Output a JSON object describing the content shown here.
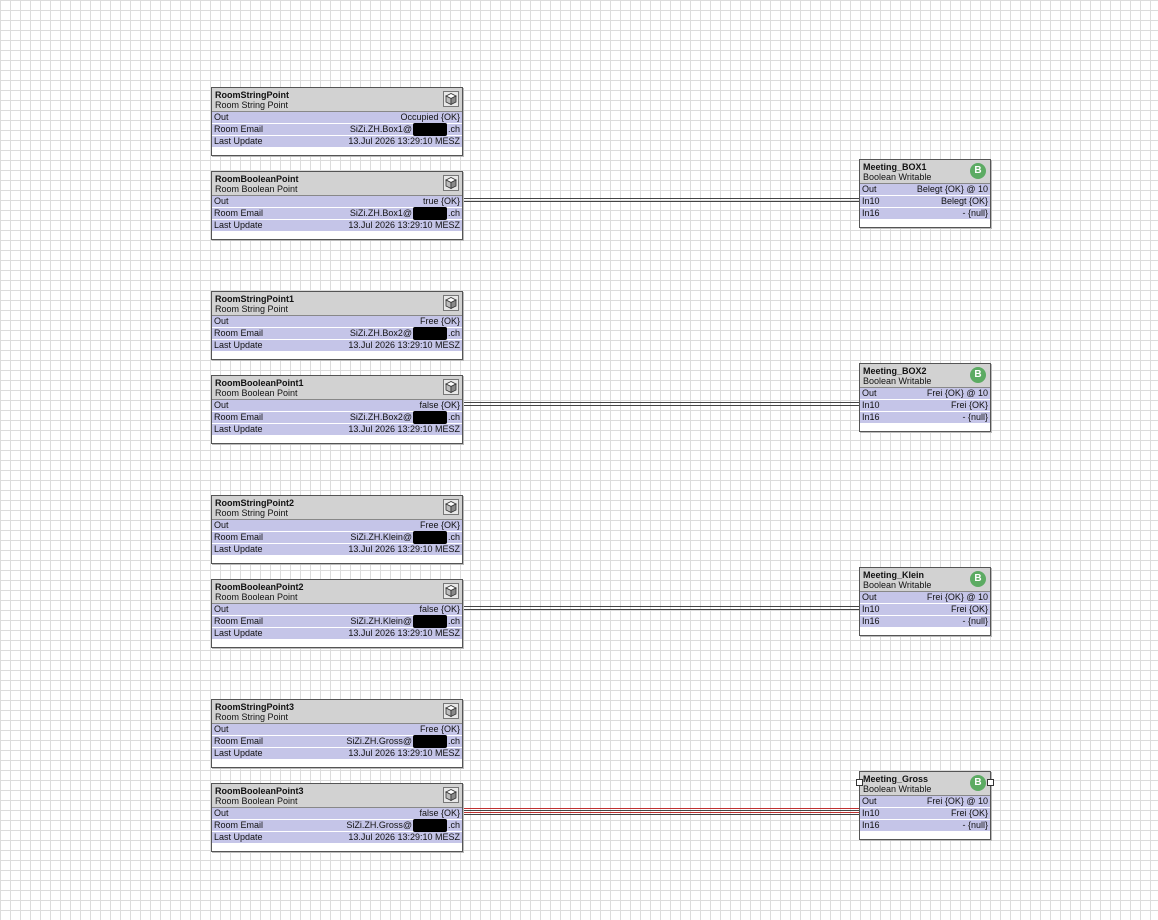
{
  "room_blocks": [
    {
      "name": "RoomStringPoint",
      "type": "Room String Point",
      "out": "Occupied {OK}",
      "email_prefix": "SiZi.ZH.Box1@",
      "email_suffix": ".ch",
      "last_update": "13.Jul 2026 13:29:10 MESZ"
    },
    {
      "name": "RoomBooleanPoint",
      "type": "Room Boolean Point",
      "out": "true {OK}",
      "email_prefix": "SiZi.ZH.Box1@",
      "email_suffix": ".ch",
      "last_update": "13.Jul 2026 13:29:10 MESZ"
    },
    {
      "name": "RoomStringPoint1",
      "type": "Room String Point",
      "out": "Free {OK}",
      "email_prefix": "SiZi.ZH.Box2@",
      "email_suffix": ".ch",
      "last_update": "13.Jul 2026 13:29:10 MESZ"
    },
    {
      "name": "RoomBooleanPoint1",
      "type": "Room Boolean Point",
      "out": "false {OK}",
      "email_prefix": "SiZi.ZH.Box2@",
      "email_suffix": ".ch",
      "last_update": "13.Jul 2026 13:29:10 MESZ"
    },
    {
      "name": "RoomStringPoint2",
      "type": "Room String Point",
      "out": "Free {OK}",
      "email_prefix": "SiZi.ZH.Klein@",
      "email_suffix": ".ch",
      "last_update": "13.Jul 2026 13:29:10 MESZ"
    },
    {
      "name": "RoomBooleanPoint2",
      "type": "Room Boolean Point",
      "out": "false {OK}",
      "email_prefix": "SiZi.ZH.Klein@",
      "email_suffix": ".ch",
      "last_update": "13.Jul 2026 13:29:10 MESZ"
    },
    {
      "name": "RoomStringPoint3",
      "type": "Room String Point",
      "out": "Free {OK}",
      "email_prefix": "SiZi.ZH.Gross@",
      "email_suffix": ".ch",
      "last_update": "13.Jul 2026 13:29:10 MESZ"
    },
    {
      "name": "RoomBooleanPoint3",
      "type": "Room Boolean Point",
      "out": "false {OK}",
      "email_prefix": "SiZi.ZH.Gross@",
      "email_suffix": ".ch",
      "last_update": "13.Jul 2026 13:29:10 MESZ"
    }
  ],
  "slot_labels": {
    "out": "Out",
    "room_email": "Room Email",
    "last_update": "Last Update",
    "in10": "In10",
    "in16": "In16"
  },
  "writable_blocks": [
    {
      "name": "Meeting_BOX1",
      "type": "Boolean Writable",
      "icon": "B",
      "out": "Belegt {OK} @ 10",
      "in10": "Belegt {OK}",
      "in16": "- {null}"
    },
    {
      "name": "Meeting_BOX2",
      "type": "Boolean Writable",
      "icon": "B",
      "out": "Frei {OK} @ 10",
      "in10": "Frei {OK}",
      "in16": "- {null}"
    },
    {
      "name": "Meeting_Klein",
      "type": "Boolean Writable",
      "icon": "B",
      "out": "Frei {OK} @ 10",
      "in10": "Frei {OK}",
      "in16": "- {null}"
    },
    {
      "name": "Meeting_Gross",
      "type": "Boolean Writable",
      "icon": "B",
      "out": "Frei {OK} @ 10",
      "in10": "Frei {OK}",
      "in16": "- {null}"
    }
  ],
  "colors": {
    "slot_bg": "#c5c5e8",
    "header_bg": "#d2d2d2",
    "link_normal": "#333333",
    "link_selected": "#c03030",
    "boolean_icon": "#5cab63"
  }
}
